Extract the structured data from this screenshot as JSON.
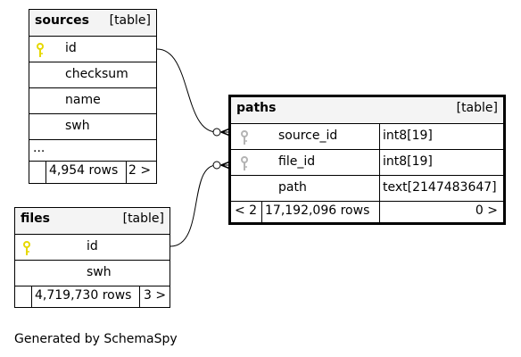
{
  "sources": {
    "title": "sources",
    "type_label": "[table]",
    "columns": [
      {
        "name": "id",
        "key": "primary"
      },
      {
        "name": "checksum"
      },
      {
        "name": "name"
      },
      {
        "name": "swh"
      }
    ],
    "more": "...",
    "rows_label": "4,954 rows",
    "children": "2 >"
  },
  "files": {
    "title": "files",
    "type_label": "[table]",
    "columns": [
      {
        "name": "id",
        "key": "primary"
      },
      {
        "name": "swh"
      }
    ],
    "rows_label": "4,719,730 rows",
    "children": "3 >"
  },
  "paths": {
    "title": "paths",
    "type_label": "[table]",
    "columns": [
      {
        "name": "source_id",
        "type": "int8[19]",
        "key": "foreign"
      },
      {
        "name": "file_id",
        "type": "int8[19]",
        "key": "foreign"
      },
      {
        "name": "path",
        "type": "text[2147483647]"
      }
    ],
    "parents": "< 2",
    "rows_label": "17,192,096 rows",
    "children": "0 >"
  },
  "footer": "Generated by SchemaSpy",
  "colors": {
    "primary_key": "#e6d800",
    "foreign_key": "#b4b4b4",
    "header_bg": "#f4f4f4"
  }
}
